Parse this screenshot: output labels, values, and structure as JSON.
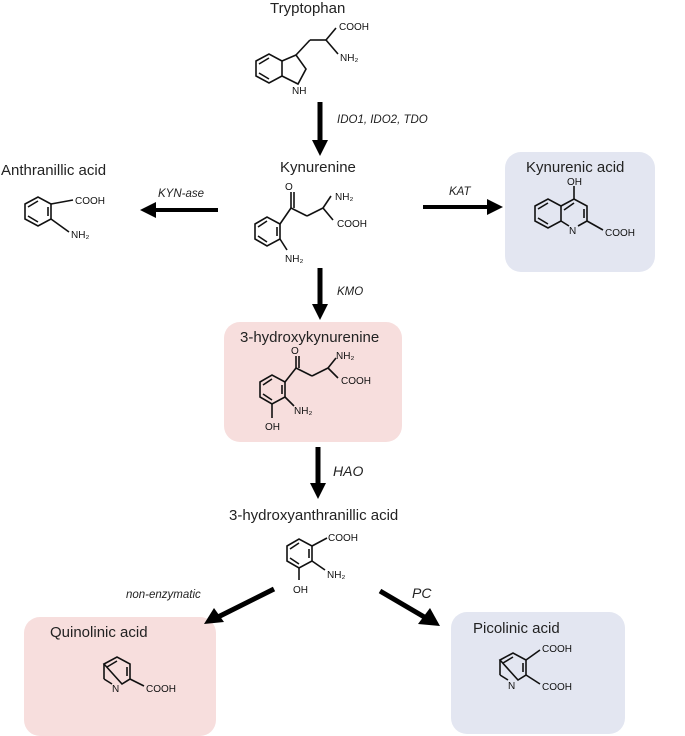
{
  "compounds": {
    "tryptophan": {
      "name": "Tryptophan",
      "groups": {
        "cooh": "COOH",
        "nh2": "NH₂",
        "nh": "NH"
      }
    },
    "kynurenine": {
      "name": "Kynurenine",
      "groups": {
        "cooh": "COOH",
        "nh2_side": "NH₂",
        "nh2_ring": "NH₂"
      }
    },
    "anthranilic": {
      "name": "Anthranillic acid",
      "groups": {
        "cooh": "COOH",
        "nh2": "NH₂"
      }
    },
    "kynurenic": {
      "name": "Kynurenic acid",
      "groups": {
        "oh": "OH",
        "n": "N",
        "cooh": "COOH"
      }
    },
    "hydroxykynurenine": {
      "name": "3-hydroxykynurenine",
      "groups": {
        "nh2_side": "NH₂",
        "cooh": "COOH",
        "nh2_ring": "NH₂",
        "oh": "OH"
      }
    },
    "hydroxyanthranilic": {
      "name": "3-hydroxyanthranillic acid",
      "groups": {
        "cooh": "COOH",
        "nh2": "NH₂",
        "oh": "OH"
      }
    },
    "quinolinic": {
      "name": "Quinolinic acid",
      "groups": {
        "n": "N",
        "cooh": "COOH"
      }
    },
    "picolinic": {
      "name": "Picolinic acid",
      "groups": {
        "n": "N",
        "cooh1": "COOH",
        "cooh2": "COOH"
      }
    }
  },
  "enzymes": {
    "ido": "IDO1, IDO2, TDO",
    "kynase": "KYN-ase",
    "kat": "KAT",
    "kmo": "KMO",
    "hao": "HAO",
    "nonenz": "non-enzymatic",
    "pc": "PC"
  },
  "colors": {
    "blue_box": "#e3e6f1",
    "pink_box": "#f7dedd",
    "arrow": "#000000"
  }
}
